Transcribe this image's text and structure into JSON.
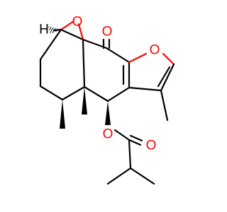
{
  "molecule": {
    "atom_labels": {
      "hydrogen": "H",
      "epoxide_oxygen": "O",
      "ketone_oxygen": "O",
      "furan_oxygen": "O",
      "ester_oxygen": "O",
      "carbonyl_oxygen": "O"
    },
    "colors": {
      "bond": "#000000",
      "heteroatom_oxygen": "#ff0000",
      "hydrogen": "#000000",
      "background": "#ffffff"
    }
  }
}
